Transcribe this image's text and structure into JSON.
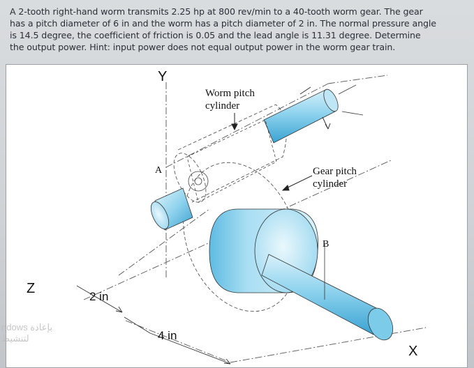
{
  "problem": {
    "text": "A 2-tooth right-hand worm transmits 2.25 hp at 800 rev/min to a 40-tooth worm gear. The gear has a pitch diameter of 6 in and the worm has a pitch diameter of 2 in. The normal pressure angle is 14.5 degree, the coefficient of friction is 0.05 and the lead angle is 11.31 degree. Determine the output power. Hint: input power does not equal output power in the worm gear train."
  },
  "figure": {
    "worm_label_line1": "Worm pitch",
    "worm_label_line2": "cylinder",
    "gear_label_line1": "Gear pitch",
    "gear_label_line2": "cylinder",
    "axis_y": "Y",
    "axis_x": "X",
    "axis_z": "Z",
    "point_a": "A",
    "point_b": "B",
    "dim_2in": "2 in",
    "dim_4in": "4 in"
  },
  "overlay": {
    "watermark_line1": "ndows بإعادة",
    "watermark_line2": "لتنشيط"
  },
  "colors": {
    "cylinder_light": "#bfe6f5",
    "cylinder_mid": "#7ccbe9",
    "cylinder_dark": "#3fa9d6"
  }
}
